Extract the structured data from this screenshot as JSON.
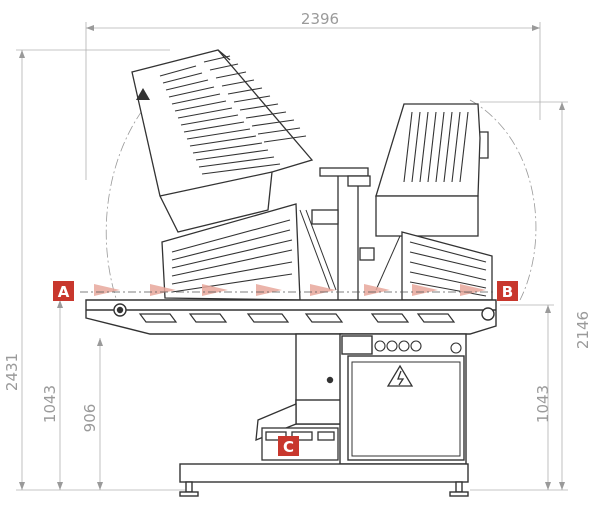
{
  "dimensions": {
    "total_width": "2396",
    "total_height": "2431",
    "right_height": "2146",
    "inner_left_height": "906",
    "left_height": "1043",
    "right_low_height": "1043"
  },
  "markers": {
    "a": "A",
    "b": "B",
    "c": "C"
  },
  "colors": {
    "marker": "#c8372d",
    "flow_arrow": "#e8a89c",
    "line": "#3a3a3a",
    "dimension": "#a8a8a8"
  },
  "icons": {
    "electrical_hazard": "lightning-warning-icon",
    "brand_logo": "triangle-logo-icon"
  }
}
